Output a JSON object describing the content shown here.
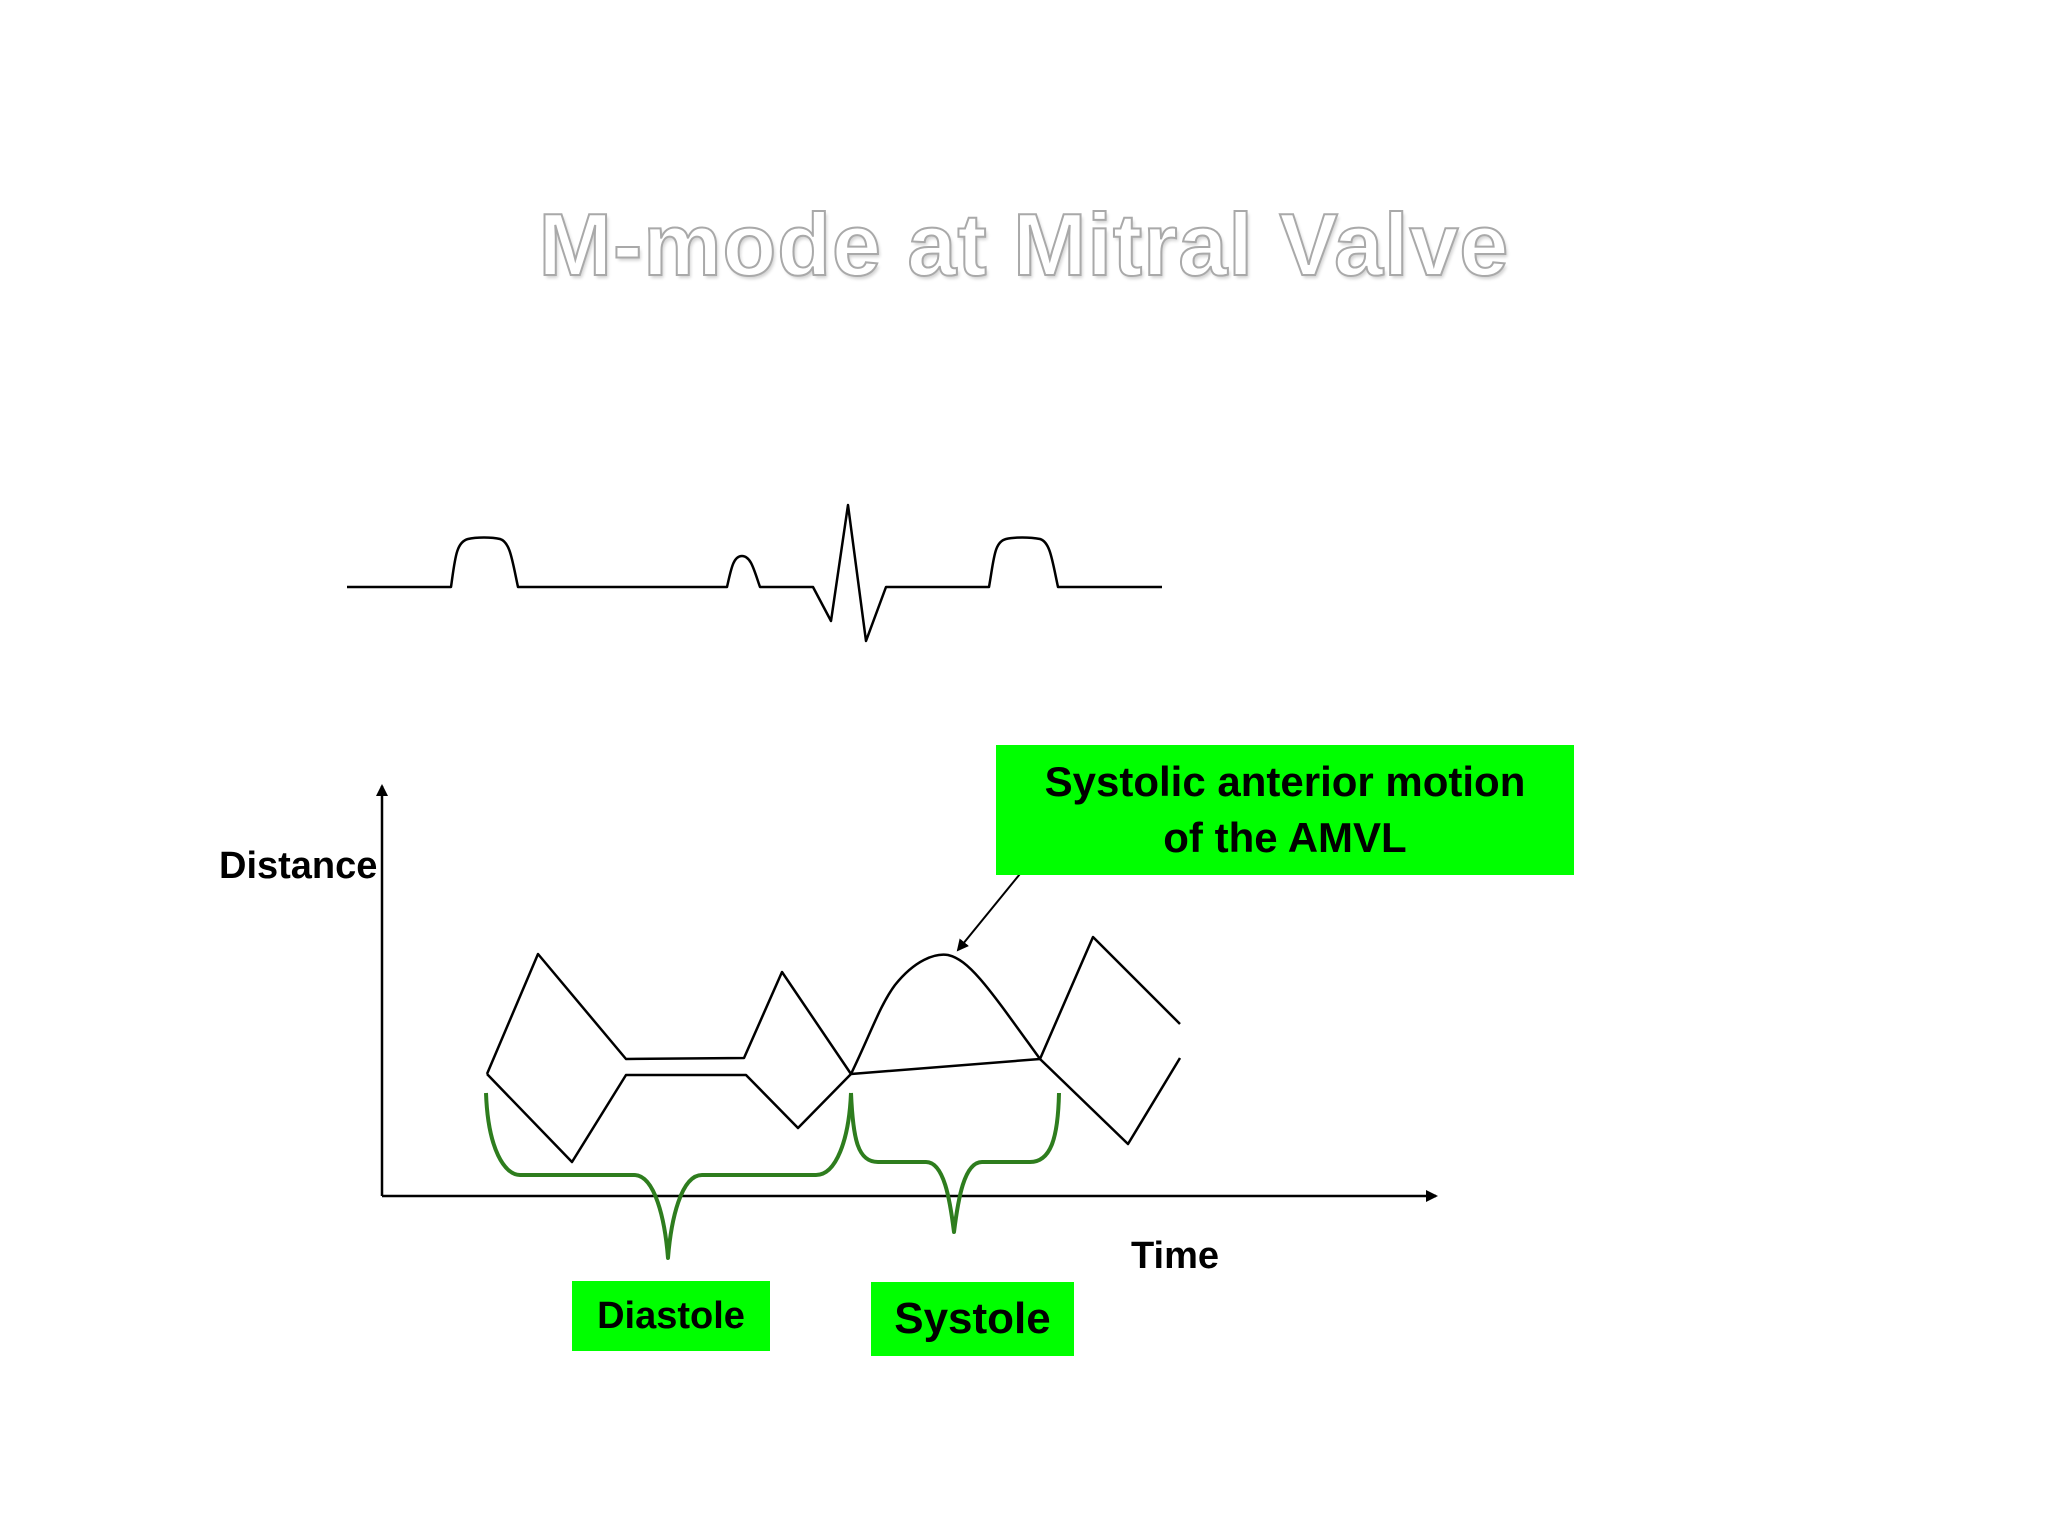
{
  "slide": {
    "title": "M-mode at Mitral Valve"
  },
  "axes": {
    "y_label": "Distance",
    "x_label": "Time"
  },
  "annotations": {
    "sam_line1": "Systolic anterior motion",
    "sam_line2": "of the AMVL",
    "diastole": "Diastole",
    "systole": "Systole"
  },
  "colors": {
    "highlight_box": "#00ff00",
    "brace": "#2e7d1e",
    "line": "#000000",
    "title_outline": "#a9a9a9"
  }
}
